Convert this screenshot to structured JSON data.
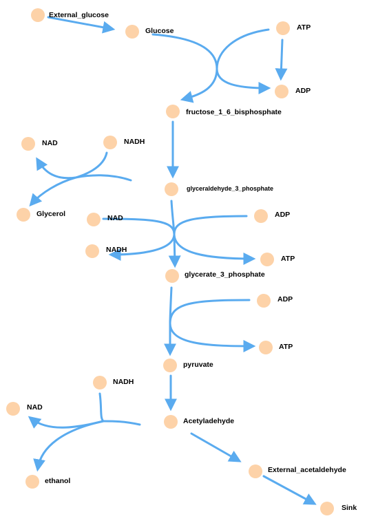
{
  "nodes": [
    {
      "id": "external_glucose",
      "label": "External_glucose"
    },
    {
      "id": "glucose",
      "label": "Glucose"
    },
    {
      "id": "atp1",
      "label": "ATP"
    },
    {
      "id": "adp1",
      "label": "ADP"
    },
    {
      "id": "f16bp",
      "label": "fructose_1_6_bisphosphate"
    },
    {
      "id": "nad1",
      "label": "NAD"
    },
    {
      "id": "nadh1",
      "label": "NADH"
    },
    {
      "id": "g3p",
      "label": "glyceraldehyde_3_phosphate"
    },
    {
      "id": "glycerol",
      "label": "Glycerol"
    },
    {
      "id": "nad2",
      "label": "NAD"
    },
    {
      "id": "adp2",
      "label": "ADP"
    },
    {
      "id": "nadh2",
      "label": "NADH"
    },
    {
      "id": "atp2",
      "label": "ATP"
    },
    {
      "id": "g3phos",
      "label": "glycerate_3_phosphate"
    },
    {
      "id": "adp3",
      "label": "ADP"
    },
    {
      "id": "atp3",
      "label": "ATP"
    },
    {
      "id": "pyruvate",
      "label": "pyruvate"
    },
    {
      "id": "nadh3",
      "label": "NADH"
    },
    {
      "id": "nad3",
      "label": "NAD"
    },
    {
      "id": "acetaldehyde",
      "label": "Acetyladehyde"
    },
    {
      "id": "ext_acetaldehyde",
      "label": "External_acetaldehyde"
    },
    {
      "id": "ethanol",
      "label": "ethanol"
    },
    {
      "id": "sink",
      "label": "Sink"
    }
  ],
  "colors": {
    "node": "#fdd2a8",
    "edge": "#5aabef",
    "label": "#000000"
  }
}
